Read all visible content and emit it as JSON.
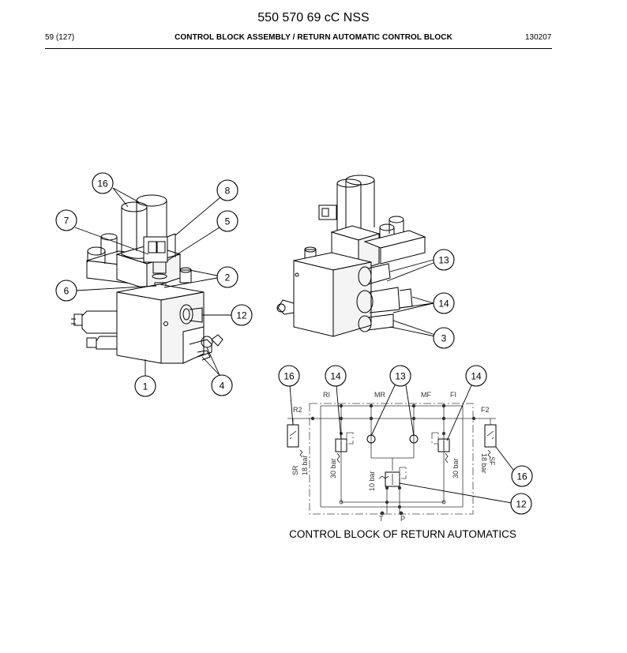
{
  "header": {
    "doc_number": "550 570 69 cC NSS",
    "page_ref": "59 (127)",
    "section_title": "CONTROL BLOCK ASSEMBLY / RETURN AUTOMATIC CONTROL BLOCK",
    "doc_code": "130207"
  },
  "left_callouts": [
    "16",
    "8",
    "7",
    "5",
    "2",
    "6",
    "12",
    "1",
    "4"
  ],
  "right_callouts": [
    "13",
    "14",
    "3"
  ],
  "schematic_callouts": [
    "16",
    "14",
    "13",
    "14",
    "16",
    "12"
  ],
  "schematic_labels": {
    "ri": "RI",
    "mr": "MR",
    "mf": "MF",
    "fi": "FI",
    "r2": "R2",
    "f2": "F2",
    "sr": "SR",
    "sf": "SF",
    "sr_pressure": "18 bar",
    "sf_pressure": "18 bar",
    "left_relief": "30 bar",
    "right_relief": "30 bar",
    "center_relief": "10 bar",
    "t": "T",
    "p": "P"
  },
  "caption": "CONTROL BLOCK OF RETURN AUTOMATICS"
}
